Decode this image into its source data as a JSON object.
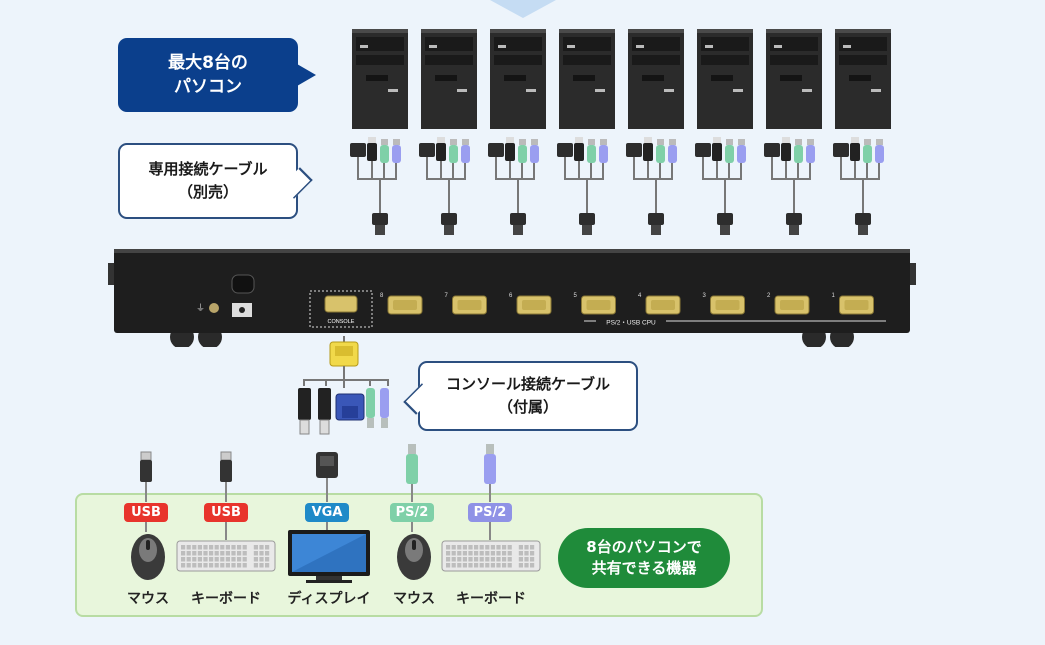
{
  "callouts": {
    "max_pcs_line1": "最大8台の",
    "max_pcs_line2": "パソコン",
    "cable_line1": "専用接続ケーブル",
    "cable_line2": "（別売）",
    "console_cable_line1": "コンソール接続ケーブル",
    "console_cable_line2": "（付属）",
    "shared_line1": "8台のパソコンで",
    "shared_line2": "共有できる機器"
  },
  "kvm": {
    "console_label": "CONSOLE",
    "ports": [
      "8",
      "7",
      "6",
      "5",
      "4",
      "3",
      "2",
      "1"
    ],
    "cpu_label": "PS/2・USB CPU"
  },
  "devices": [
    {
      "badge": "USB",
      "label": "マウス",
      "badge_color": "#e8342c"
    },
    {
      "badge": "USB",
      "label": "キーボード",
      "badge_color": "#e8342c"
    },
    {
      "badge": "VGA",
      "label": "ディスプレイ",
      "badge_color": "#1f8ac8"
    },
    {
      "badge": "PS/2",
      "label": "マウス",
      "badge_color": "#7fd0a8"
    },
    {
      "badge": "PS/2",
      "label": "キーボード",
      "badge_color": "#8f92e6"
    }
  ],
  "colors": {
    "navy": "#0b3f8c",
    "panel_bg": "#e8f6dc",
    "shared_green": "#1f8b3a",
    "usb_red": "#e8342c",
    "vga_blue": "#1f8ac8",
    "ps2_green": "#7fd0a8",
    "ps2_purple": "#8f92e6"
  }
}
